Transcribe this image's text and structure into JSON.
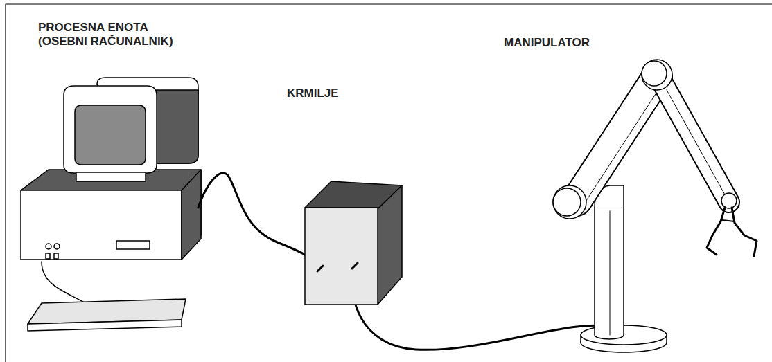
{
  "diagram": {
    "labels": [
      "PROCESNA ENOTA (OSEBNI RAČUNALNIK)",
      "KRMILJE",
      "MANIPULATOR"
    ]
  }
}
